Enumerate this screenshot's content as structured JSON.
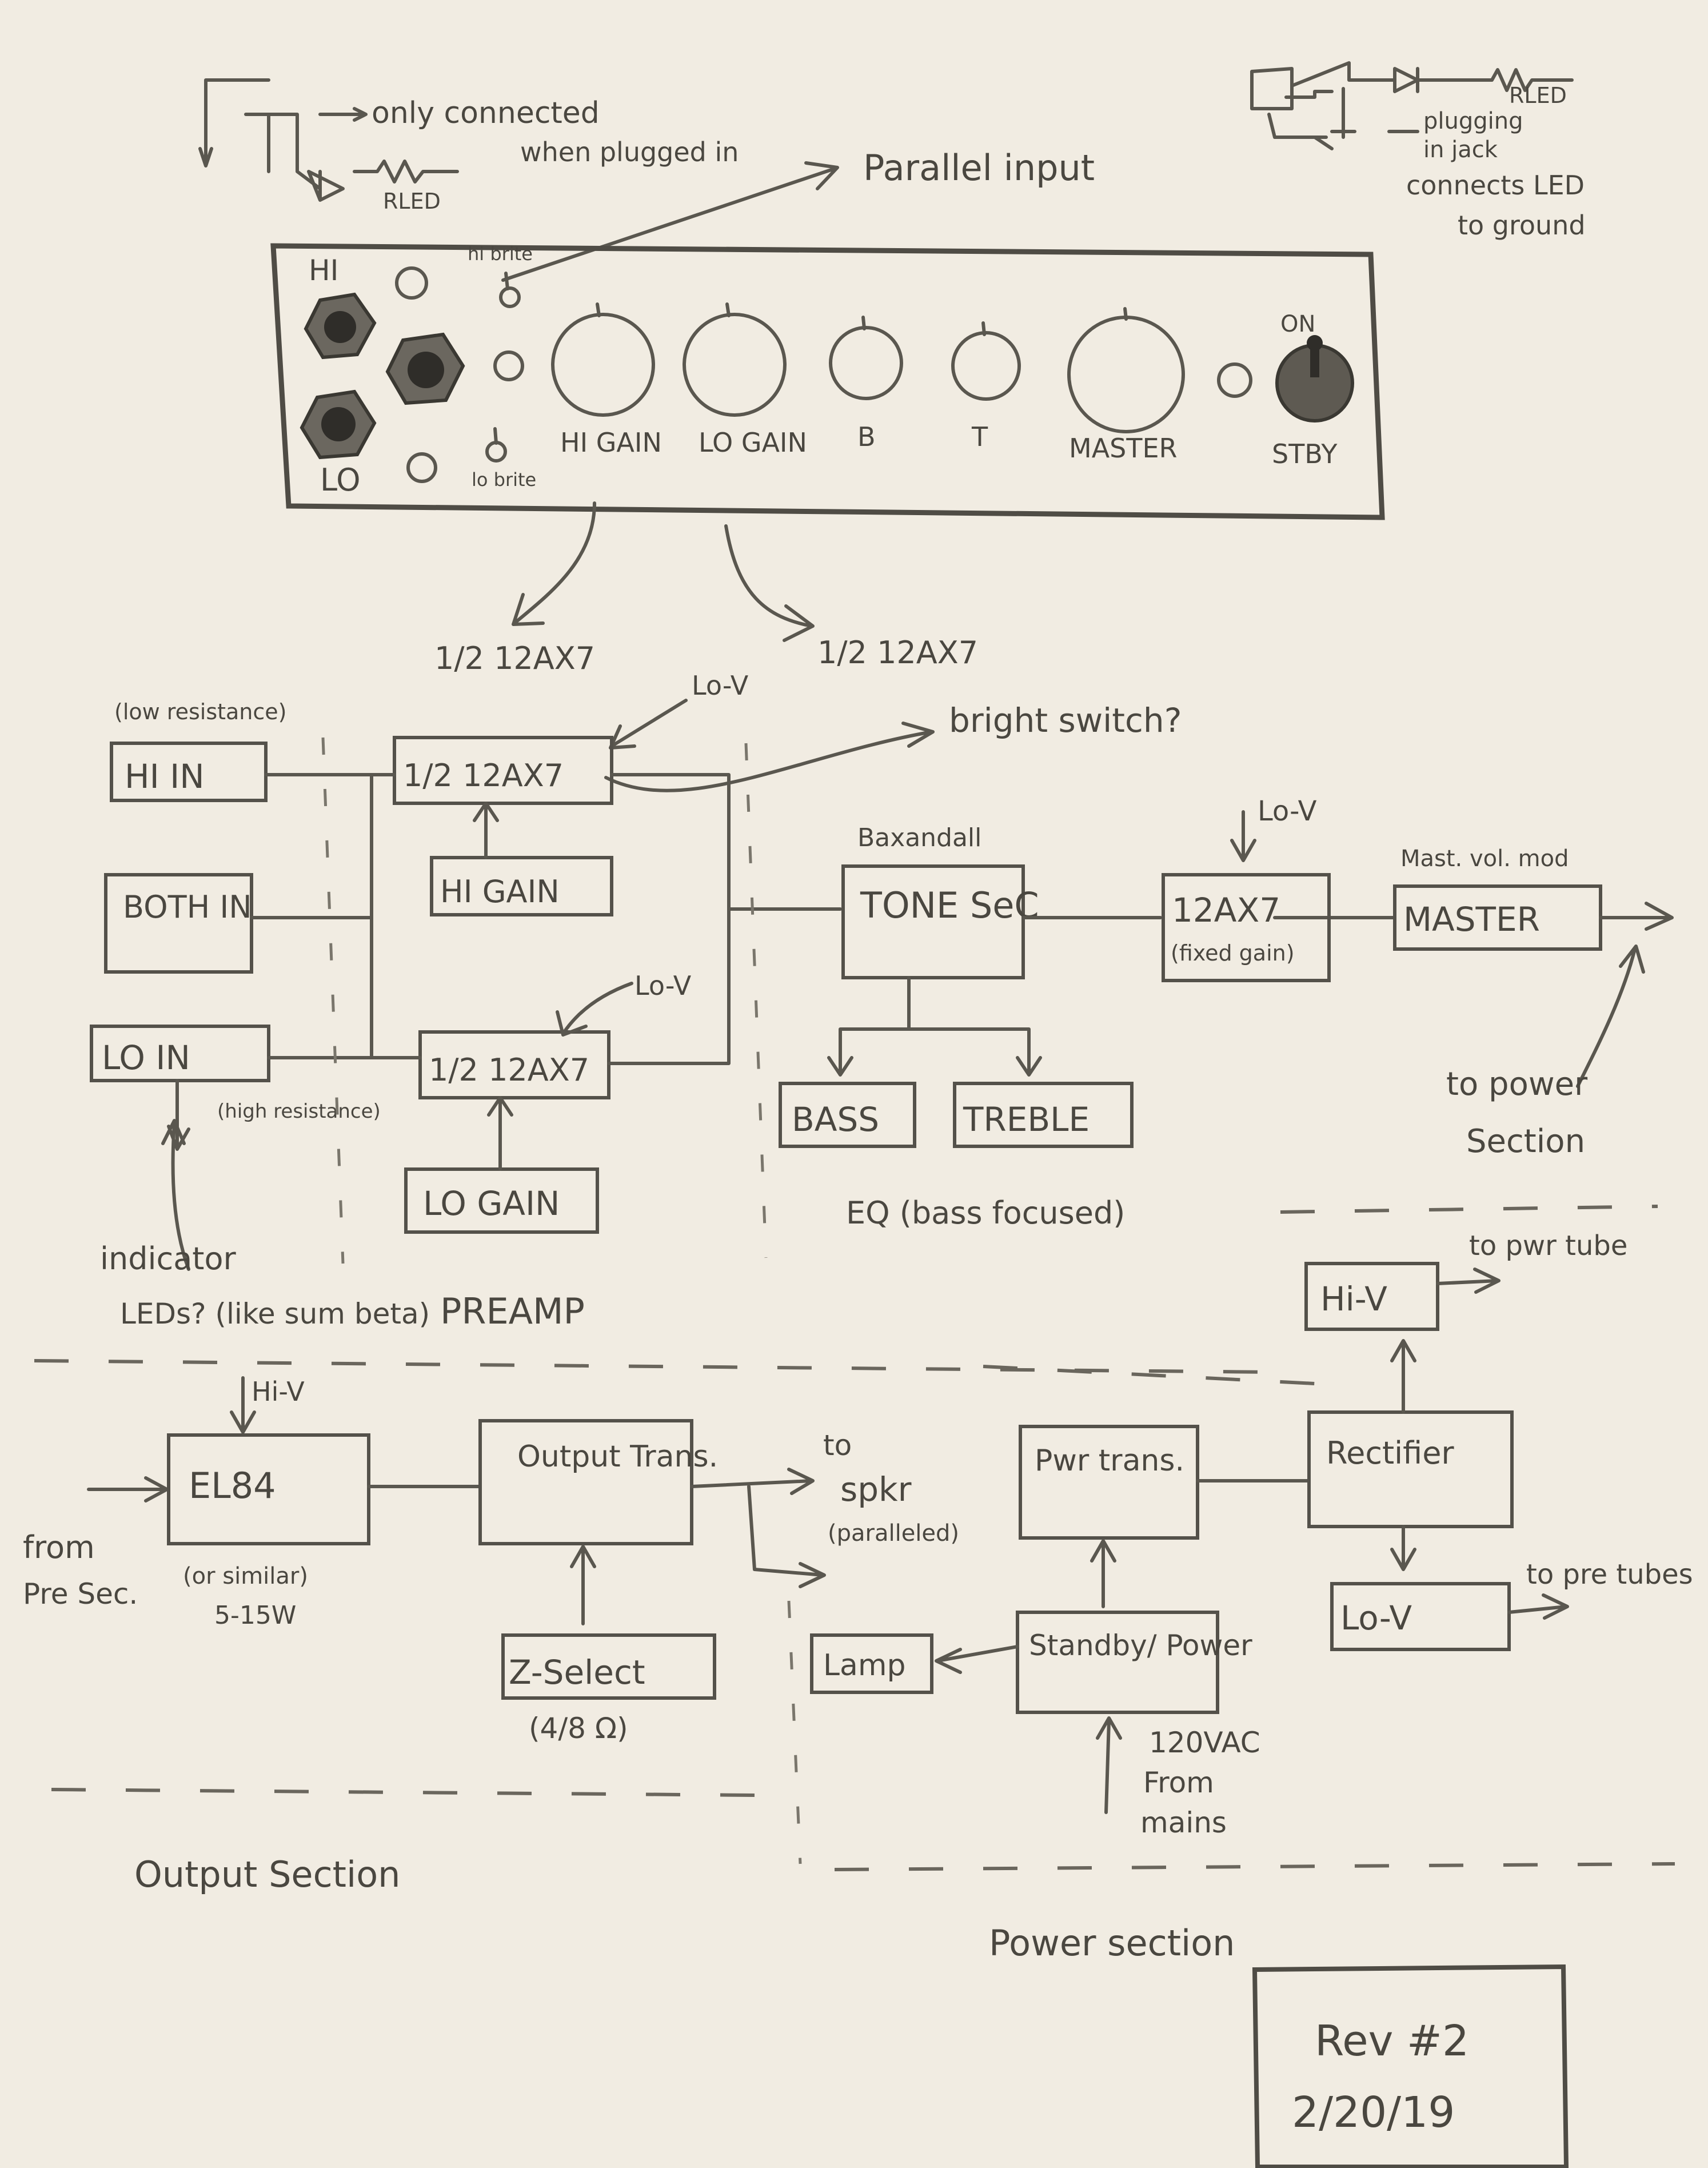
{
  "top_left_note": {
    "only_connected": "only connected",
    "when_plugged": "when plugged in",
    "resistor": "RLED"
  },
  "top_right_note": {
    "resistor": "RLED",
    "line1": "plugging",
    "line2": "in jack",
    "line3": "connects LED",
    "line4": "to ground"
  },
  "parallel_input": "Parallel input",
  "panel": {
    "hi": "HI",
    "lo": "LO",
    "hi_brite": "hi brite",
    "lo_brite": "lo brite",
    "knobs": [
      "HI GAIN",
      "LO GAIN",
      "B",
      "T",
      "MASTER"
    ],
    "on": "ON",
    "stby": "STBY"
  },
  "preamp": {
    "tube_label_a": "1/2 12AX7",
    "tube_label_b": "1/2 12AX7",
    "lo_v_a": "Lo-V",
    "lo_v_b": "Lo-V",
    "lo_v_c": "Lo-V",
    "bright_switch": "bright switch?",
    "low_resistance": "(low resistance)",
    "high_resistance": "(high resistance)",
    "hi_in": "HI IN",
    "both_in": "BOTH IN",
    "lo_in": "LO IN",
    "tube_hi": "1/2 12AX7",
    "tube_lo": "1/2 12AX7",
    "hi_gain": "HI GAIN",
    "lo_gain": "LO GAIN",
    "indicator": "indicator",
    "leds": "LEDs? (like sum beta)",
    "section": "PREAMP"
  },
  "eq": {
    "baxandall": "Baxandall",
    "tone_sec": "TONE SeC",
    "bass": "BASS",
    "treble": "TREBLE",
    "label": "EQ (bass focused)",
    "tube": "12AX7",
    "fixed_gain": "(fixed gain)",
    "master_mod": "Mast. vol. mod",
    "master": "MASTER",
    "to_power": "to power",
    "section_word": "Section"
  },
  "output": {
    "hv": "Hi-V",
    "el84": "EL84",
    "from": "from",
    "pre_sec": "Pre Sec.",
    "or_similar": "(or similar)",
    "watts": "5-15W",
    "output_trans": "Output Trans.",
    "to": "to",
    "spkr": "spkr",
    "paralleled": "(paralleled)",
    "z_select": "Z-Select",
    "ohms": "(4/8 Ω)",
    "section": "Output Section"
  },
  "power": {
    "pwr_trans": "Pwr trans.",
    "rectifier": "Rectifier",
    "hi_v": "Hi-V",
    "to_pwr_tube": "to pwr tube",
    "lo_v": "Lo-V",
    "to_pre_tubes": "to pre tubes",
    "lamp": "Lamp",
    "standby": "Standby/ Power",
    "mains1": "120VAC",
    "mains2": "From",
    "mains3": "mains",
    "section": "Power section"
  },
  "revision": {
    "rev": "Rev #2",
    "date": "2/20/19"
  }
}
